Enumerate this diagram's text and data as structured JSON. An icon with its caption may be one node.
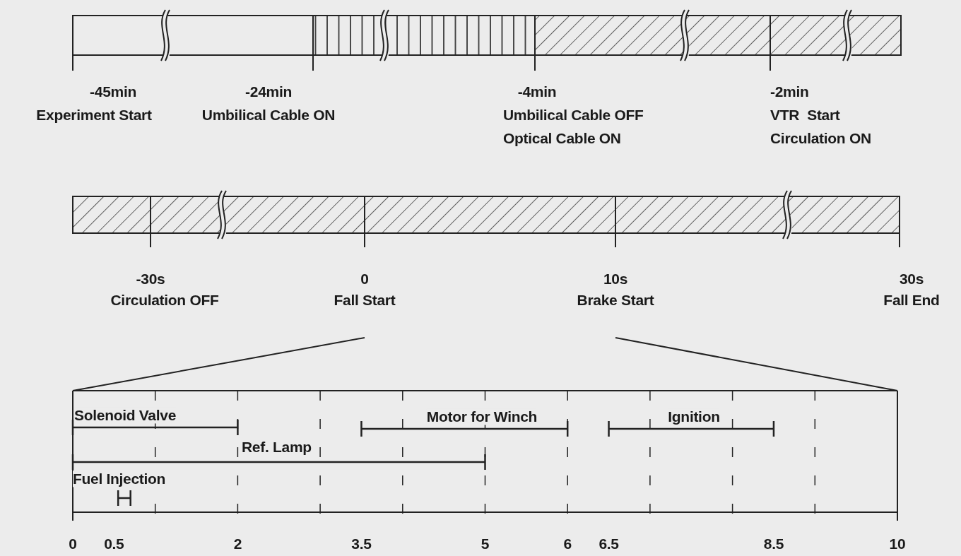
{
  "diagram": {
    "labels": [
      "-45min",
      "Experiment Start",
      "-24min",
      "Umbilical Cable ON",
      "-4min",
      "Umbilical Cable OFF",
      "Optical Cable ON",
      "-2min",
      "VTR  Start",
      "Circulation ON",
      "-30s",
      "Circulation OFF",
      "0",
      "Fall Start",
      "10s",
      "Brake Start",
      "30s",
      "Fall End",
      "Solenoid Valve",
      "Motor for Winch",
      "Ignition",
      "Ref. Lamp",
      "Fuel Injection",
      "0",
      "0.5",
      "2",
      "3.5",
      "5",
      "6",
      "6.5",
      "8.5",
      "10"
    ]
  }
}
